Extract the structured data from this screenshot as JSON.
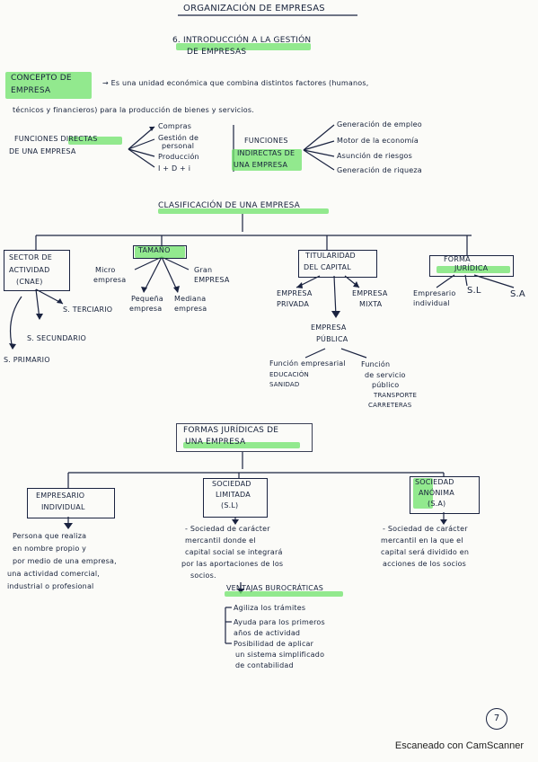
{
  "header": {
    "title": "ORGANIZACIÓN DE EMPRESAS",
    "section_line1": "6. INTRODUCCIÓN A LA GESTIÓN",
    "section_line2": "DE EMPRESAS"
  },
  "concept": {
    "label_line1": "CONCEPTO DE",
    "label_line2": "EMPRESA",
    "definition_line1": "→ Es una unidad económica que combina distintos factores (humanos,",
    "definition_line2": "técnicos y financieros) para la producción de bienes y servicios."
  },
  "direct_functions": {
    "label_line1": "FUNCIONES DIRECTAS",
    "label_line2": "DE UNA EMPRESA",
    "items": [
      "Compras",
      "Gestión de",
      "personal",
      "Producción",
      "I + D + i"
    ]
  },
  "indirect_functions": {
    "label_line1": "FUNCIONES",
    "label_line2": "INDIRECTAS DE",
    "label_line3": "UNA EMPRESA",
    "items": [
      "Generación de empleo",
      "Motor de la economía",
      "Asunción de riesgos",
      "Generación de riqueza"
    ]
  },
  "classification": {
    "title": "CLASIFICACIÓN DE UNA EMPRESA",
    "sector": {
      "label_line1": "SECTOR DE",
      "label_line2": "ACTIVIDAD",
      "label_line3": "(CNAE)",
      "terciario": "S. TERCIARIO",
      "secundario": "S. SECUNDARIO",
      "primario": "S. PRIMARIO"
    },
    "size": {
      "label": "TAMAÑO",
      "micro_line1": "Micro",
      "micro_line2": "empresa",
      "pequena_line1": "Pequeña",
      "pequena_line2": "empresa",
      "mediana_line1": "Mediana",
      "mediana_line2": "empresa",
      "gran_line1": "Gran",
      "gran_line2": "EMPRESA"
    },
    "ownership": {
      "label_line1": "TITULARIDAD",
      "label_line2": "DEL CAPITAL",
      "privada_line1": "EMPRESA",
      "privada_line2": "PRIVADA",
      "mixta_line1": "EMPRESA",
      "mixta_line2": "MIXTA",
      "publica_line1": "EMPRESA",
      "publica_line2": "PÚBLICA",
      "fn_empresarial": "Función empresarial",
      "fn_empresarial_items": [
        "EDUCACIÓN",
        "SANIDAD"
      ],
      "fn_servicio_line1": "Función",
      "fn_servicio_line2": "de servicio",
      "fn_servicio_line3": "público",
      "fn_servicio_items": [
        "TRANSPORTE",
        "CARRETERAS"
      ]
    },
    "legal_form": {
      "label_line1": "FORMA",
      "label_line2": "JURÍDICA",
      "individual_line1": "Empresario",
      "individual_line2": "individual",
      "sl": "S.L",
      "sa": "S.A"
    }
  },
  "legal_forms": {
    "title_line1": "FORMAS JURÍDICAS DE",
    "title_line2": "UNA EMPRESA",
    "individual": {
      "label_line1": "EMPRESARIO",
      "label_line2": "INDIVIDUAL",
      "desc": [
        "Persona que realiza",
        "en nombre propio y",
        "por medio de una empresa,",
        "una actividad comercial,",
        "industrial o profesional"
      ]
    },
    "sl": {
      "label_line1": "SOCIEDAD",
      "label_line2": "LIMITADA",
      "label_line3": "(S.L)",
      "desc": [
        "- Sociedad de carácter",
        "mercantil donde el",
        "capital social se integrará",
        "por las aportaciones de los",
        "socios."
      ]
    },
    "sa": {
      "label_line1": "SOCIEDAD",
      "label_line2": "ANÓNIMA",
      "label_line3": "(S.A)",
      "desc": [
        "- Sociedad de carácter",
        "mercantil en la que el",
        "capital será dividido en",
        "acciones de los socios"
      ]
    },
    "advantages": {
      "title": "VENTAJAS BUROCRÁTICAS",
      "items": [
        "Agiliza los trámites",
        "Ayuda para los primeros",
        "años de actividad",
        "Posibilidad de aplicar",
        "un sistema simplificado",
        "de contabilidad"
      ]
    }
  },
  "page_number": "7",
  "footer": "Escaneado con CamScanner"
}
